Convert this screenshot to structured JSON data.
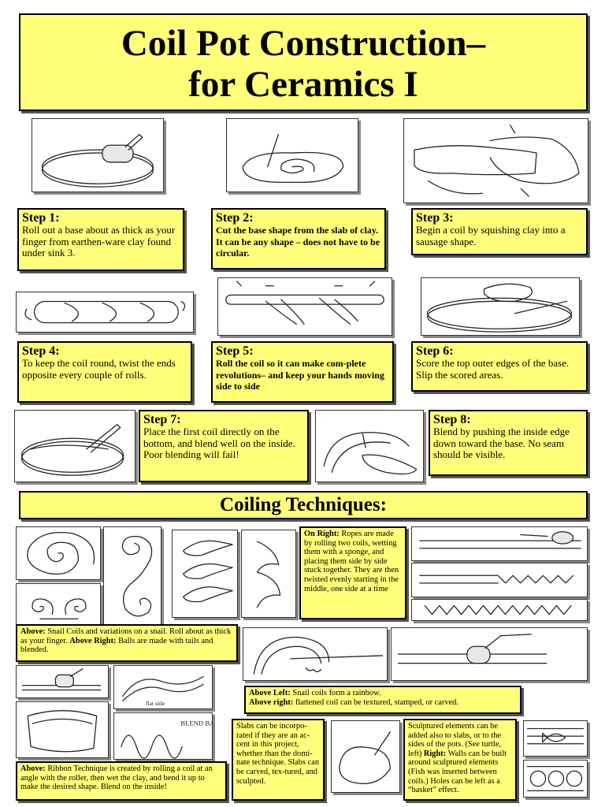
{
  "header": {
    "line1": "Coil Pot Construction–",
    "line2": "for Ceramics I"
  },
  "steps": [
    {
      "title": "Step 1:",
      "text": "Roll out a base about as thick as your finger from earthen-ware clay found under sink 3."
    },
    {
      "title": "Step 2:",
      "text": "Cut the base shape from the slab of clay.  It can be any shape – does not have to be circular."
    },
    {
      "title": "Step 3:",
      "text": "Begin a coil by squishing clay into a sausage shape."
    },
    {
      "title": "Step 4:",
      "text": "To keep the coil round, twist the ends opposite every couple of rolls."
    },
    {
      "title": "Step 5:",
      "text": "Roll the coil so it can make com-plete revolutions– and keep your hands moving side to side"
    },
    {
      "title": "Step 6:",
      "text": "Score the top outer edges of the base.  Slip the scored areas."
    },
    {
      "title": "Step 7:",
      "text": "Place the first coil directly on the bottom, and blend well on the inside.  Poor blending will fail!"
    },
    {
      "title": "Step 8:",
      "text": "Blend by pushing the inside edge down toward the base.  No seam should be visible."
    }
  ],
  "section": {
    "heading": "Coiling Techniques:"
  },
  "notes": {
    "ropes_label": "On Right:",
    "ropes_text": " Ropes are made by rolling two coils, wetting them with a sponge, and placing them side by side stuck together.  They are then twisted evenly starting in the middle, one side at a time",
    "snail_label1": "Above:",
    "snail_text1": " Snail Coils and variations on a snail.  Roll about as thick as your finger. ",
    "snail_label2": "Above Right:",
    "snail_text2": "  Balls are made with tails and blended.",
    "rainbow_label1": "Above Left:",
    "rainbow_text1": "  Snail coils form a rainbow.",
    "rainbow_label2": "Above right:",
    "rainbow_text2": " flattened coil can be textured, stamped, or carved.",
    "slabs_text": "Slabs can be incorpo-rated if they are an ac-cent in this project, whether than the domi-nate technique.  Slabs can be carved, tex-tured, and sculpted.",
    "sculpt_text": "Sculptured elements can be added also to slabs, or to the sides of the pots.  (See turtle, left) ",
    "sculpt_label": "Right:",
    "sculpt_text2": "  Walls can be built around sculptured elements (Fish was inserted between coils.)  Holes can be left as a “basket” effect.",
    "ribbon_label": "Above:",
    "ribbon_text": "  Ribbon Technique is created by rolling a coil at an angle with the roller, then wet the clay, and bend it up to make the desired shape.  Blend on the inside!"
  },
  "sketch_labels": {
    "blend_back": "BLEND BACK!",
    "flat_side": "flat side"
  }
}
